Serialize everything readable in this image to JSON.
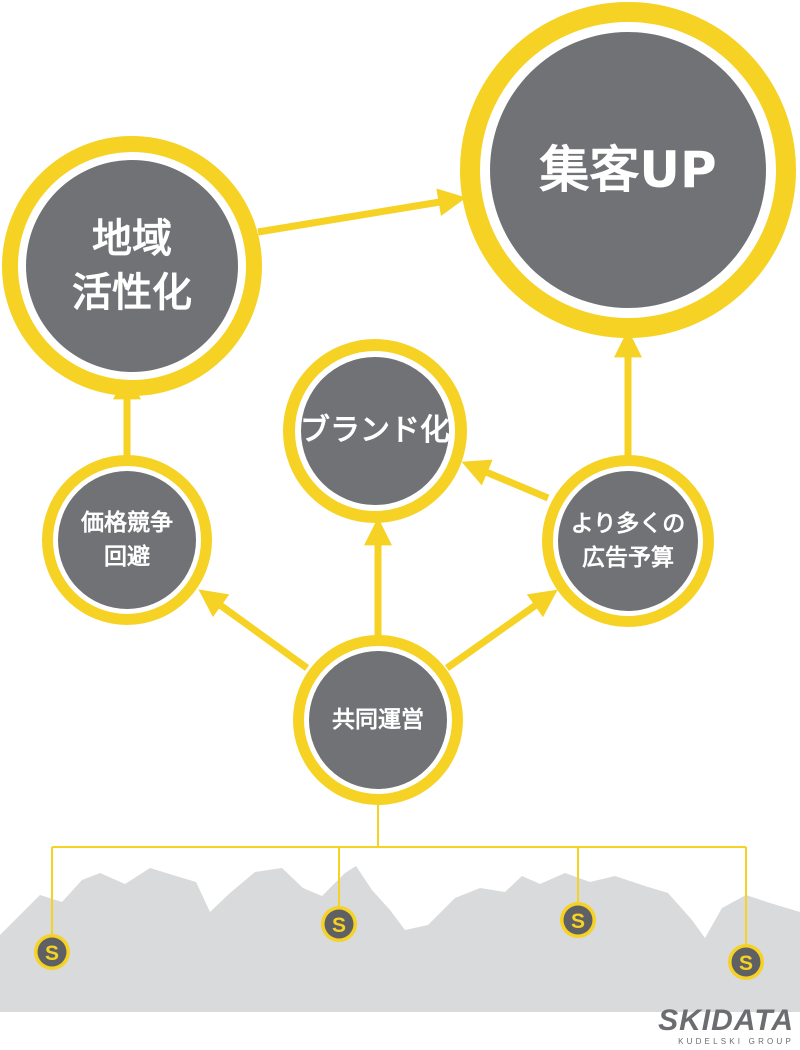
{
  "colors": {
    "accent": "#F6D224",
    "node_fill": "#707275",
    "mountain": "#d9dadb",
    "badge_fill": "#5e6063"
  },
  "nodes": {
    "shuukyaku": {
      "lines": [
        "集客UP"
      ]
    },
    "chiiki": {
      "lines": [
        "地域",
        "活性化"
      ]
    },
    "brand": {
      "lines": [
        "ブランド化"
      ]
    },
    "kakaku": {
      "lines": [
        "価格競争",
        "回避"
      ]
    },
    "koukoku": {
      "lines": [
        "より多くの",
        "広告予算"
      ]
    },
    "kyoudou": {
      "lines": [
        "共同運営"
      ]
    }
  },
  "badges": [
    {
      "icon": "skidata-s-icon",
      "glyph": "S"
    },
    {
      "icon": "skidata-s-icon",
      "glyph": "S"
    },
    {
      "icon": "skidata-s-icon",
      "glyph": "S"
    },
    {
      "icon": "skidata-s-icon",
      "glyph": "S"
    }
  ],
  "logo": {
    "brand": "SKIDATA",
    "group": "KUDELSKI GROUP"
  }
}
